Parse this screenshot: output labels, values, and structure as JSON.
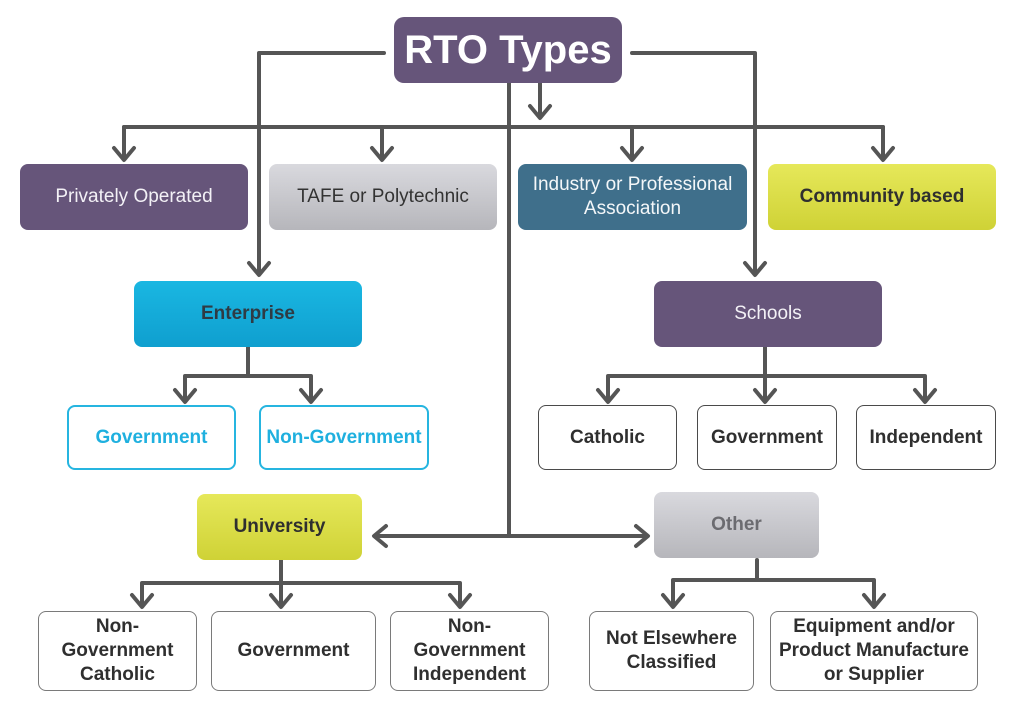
{
  "title": "RTO Types",
  "nodes": {
    "privately_operated": "Privately Operated",
    "tafe": "TAFE or Polytechnic",
    "industry": "Industry or Professional Association",
    "community": "Community based",
    "enterprise": "Enterprise",
    "enterprise_government": "Government",
    "enterprise_non_government": "Non-Government",
    "schools": "Schools",
    "schools_catholic": "Catholic",
    "schools_government": "Government",
    "schools_independent": "Independent",
    "university": "University",
    "university_non_government_catholic": "Non-Government Catholic",
    "university_government": "Government",
    "university_non_government_independent": "Non-Government Independent",
    "other": "Other",
    "other_not_elsewhere": "Not Elsewhere Classified",
    "other_equipment": "Equipment and/or Product Manufacture or Supplier"
  },
  "colors": {
    "purple": "#66557a",
    "teal": "#3f6f8b",
    "lime": "#d6d93f",
    "cyan": "#15ace0",
    "grey": "#c5c5ca",
    "connector": "#555555"
  }
}
